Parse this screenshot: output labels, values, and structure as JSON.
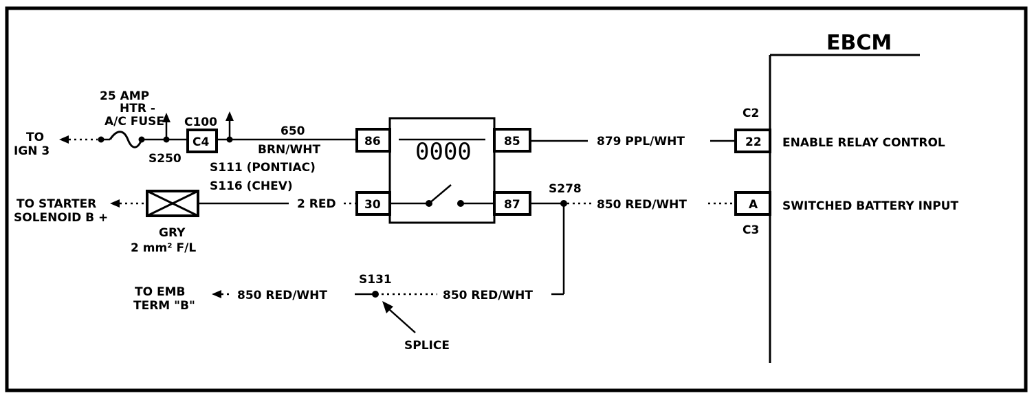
{
  "labels": {
    "to_ign3_line1": "TO",
    "to_ign3_line2": "IGN 3",
    "fuse_line1": "25 AMP",
    "fuse_line2": "HTR -",
    "fuse_line3": "A/C FUSE",
    "s250": "S250",
    "c100": "C100",
    "c4": "C4",
    "wire_650": "650",
    "wire_650_color": "BRN/WHT",
    "s111": "S111 (PONTIAC)",
    "s116": "S116 (CHEV)",
    "to_starter_line1": "TO STARTER",
    "to_starter_line2": "SOLENOID B +",
    "fusible_link_line1": "GRY",
    "fusible_link_line2": "2 mm² F/L",
    "wire_2red": "2 RED",
    "pin_86": "86",
    "pin_85": "85",
    "pin_30": "30",
    "pin_87": "87",
    "relay_coil": "0000",
    "s278": "S278",
    "wire_879": "879 PPL/WHT",
    "wire_850_upper": "850 RED/WHT",
    "ebcm": "EBCM",
    "c2": "C2",
    "c3": "C3",
    "pin_22": "22",
    "pin_a": "A",
    "enable_relay_control": "ENABLE RELAY CONTROL",
    "switched_battery_input": "SWITCHED BATTERY INPUT",
    "to_emb_line1": "TO EMB",
    "to_emb_line2": "TERM \"B\"",
    "wire_850_left": "850 RED/WHT",
    "s131": "S131",
    "wire_850_right": "850 RED/WHT",
    "splice": "SPLICE"
  }
}
